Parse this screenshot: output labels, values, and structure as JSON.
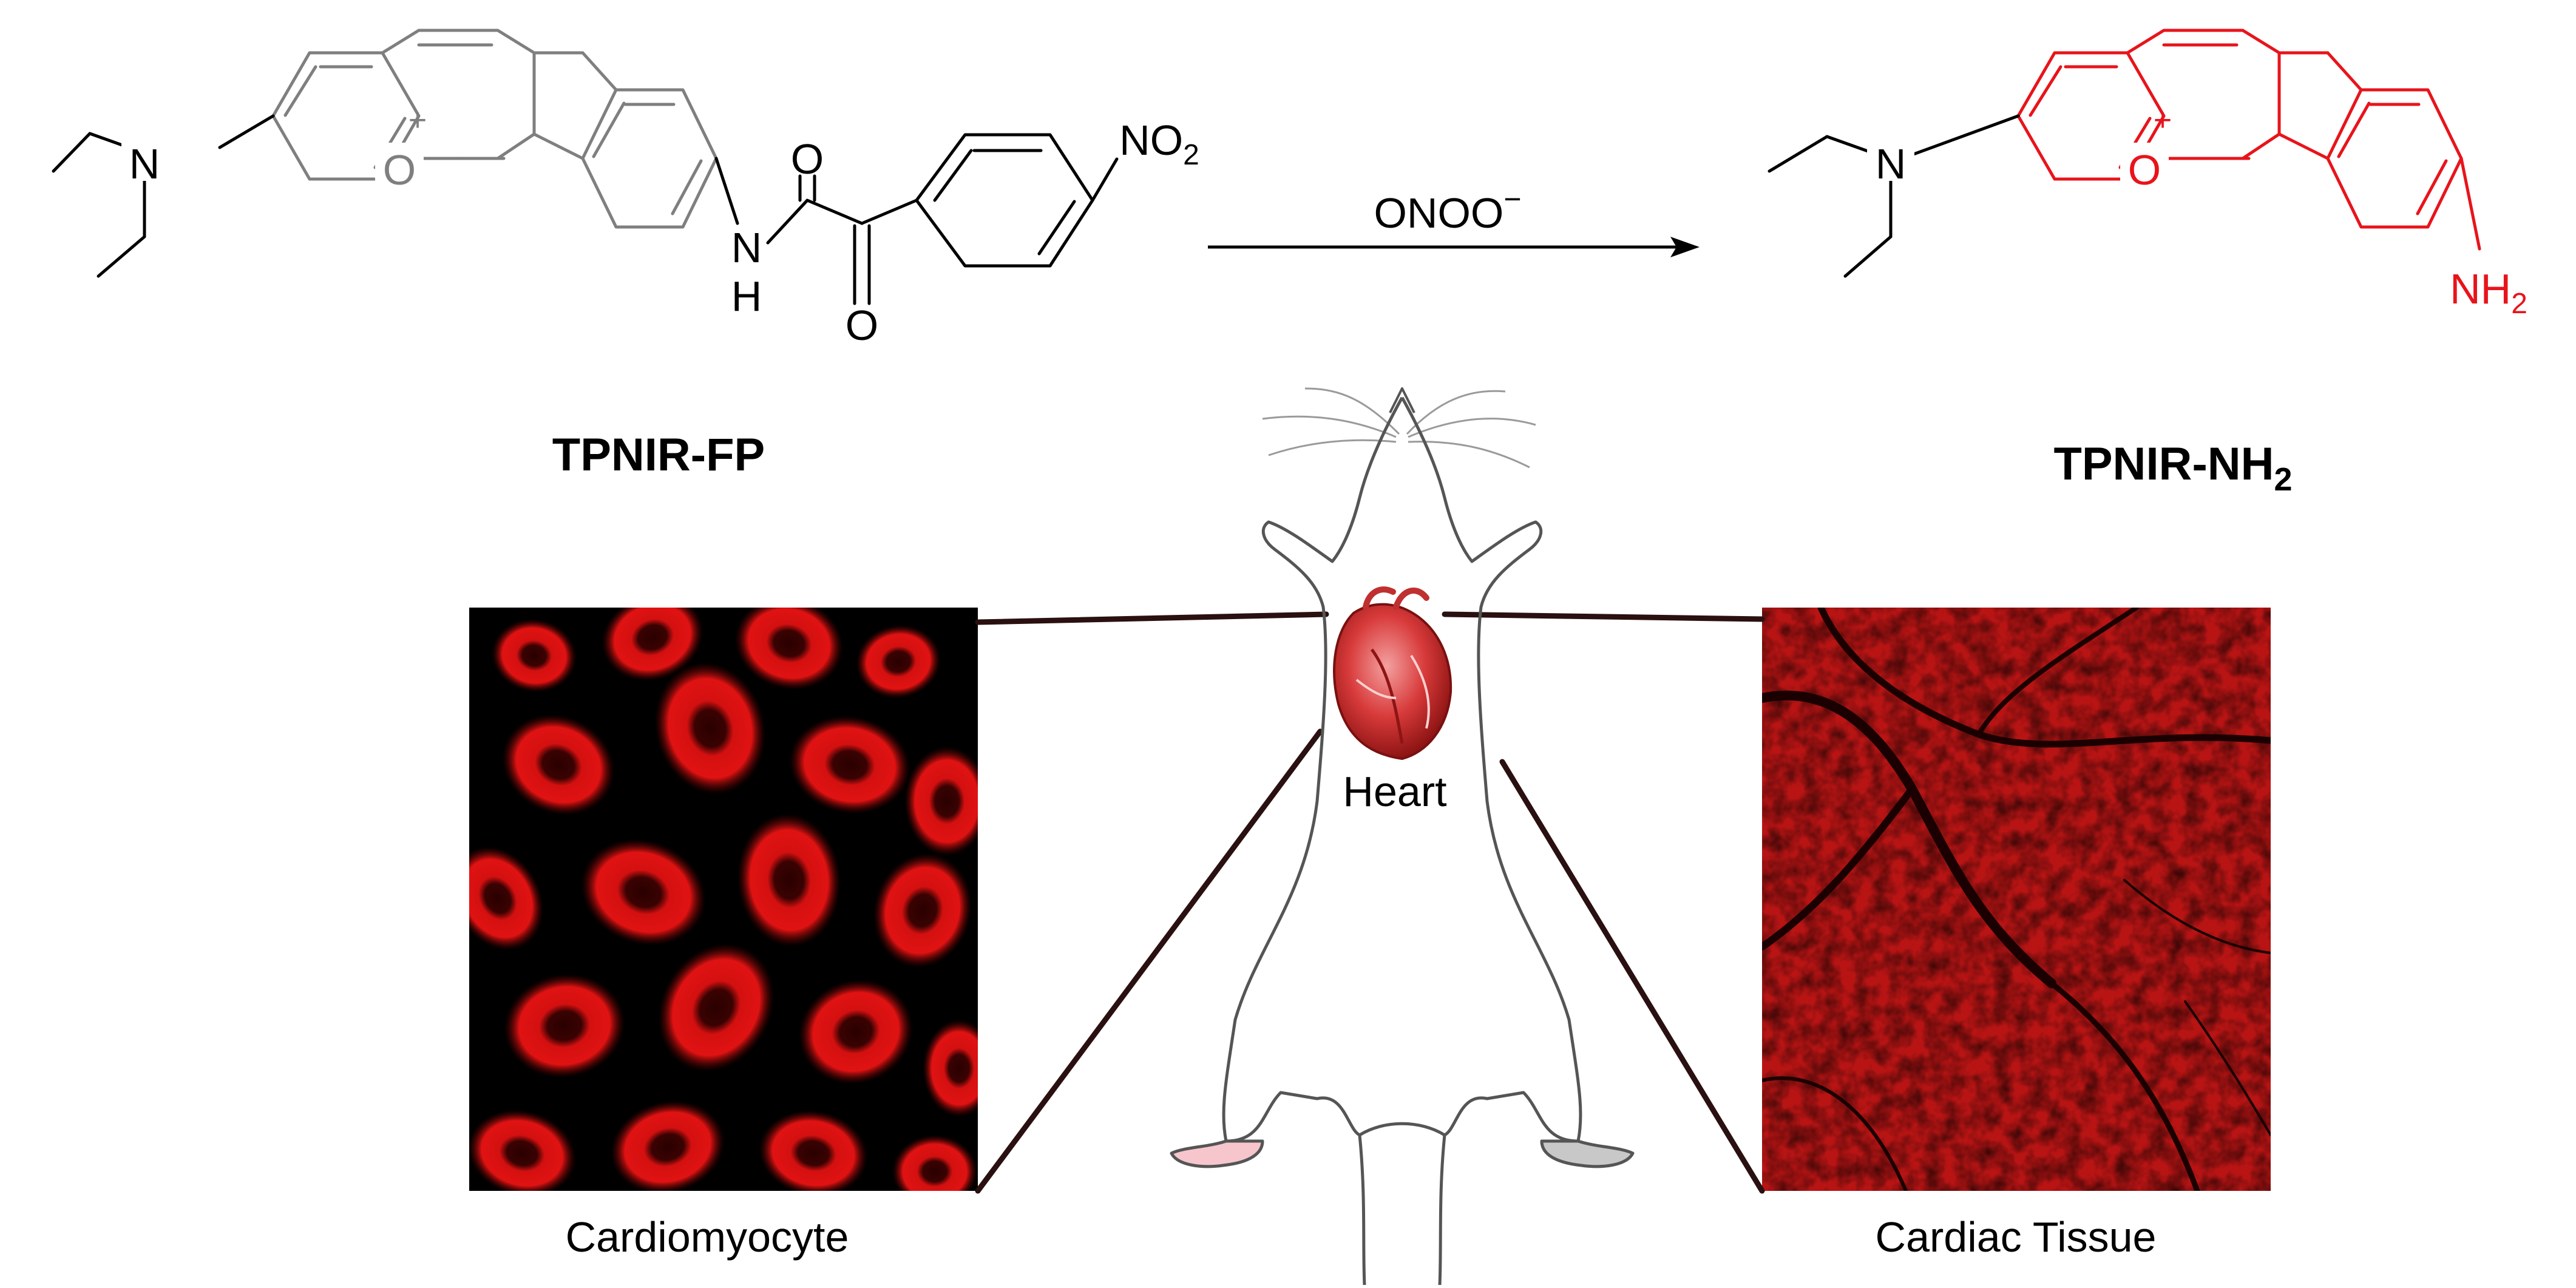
{
  "scheme": {
    "reactant": {
      "name": "TPNIR-FP",
      "atoms": {
        "n": "N",
        "o": "O",
        "plus": "+",
        "nh": "N",
        "h": "H",
        "o1": "O",
        "o2": "O",
        "no2": "NO",
        "no2_sub": "2"
      }
    },
    "reagent": {
      "base": "ONOO",
      "sup": "−"
    },
    "product": {
      "name_base": "TPNIR-NH",
      "name_sub": "2",
      "atoms": {
        "n": "N",
        "o": "O",
        "plus": "+",
        "nh2": "NH",
        "nh2_sub": "2"
      }
    }
  },
  "imaging": {
    "organ_label": "Heart",
    "left_panel_label": "Cardiomyocyte",
    "right_panel_label": "Cardiac Tissue"
  },
  "colors": {
    "reactant_core": "#7f7f7f",
    "product": "#e8141b",
    "ink": "#000000",
    "micrograph_red": "#e01010",
    "tissue_red": "#b81414"
  }
}
